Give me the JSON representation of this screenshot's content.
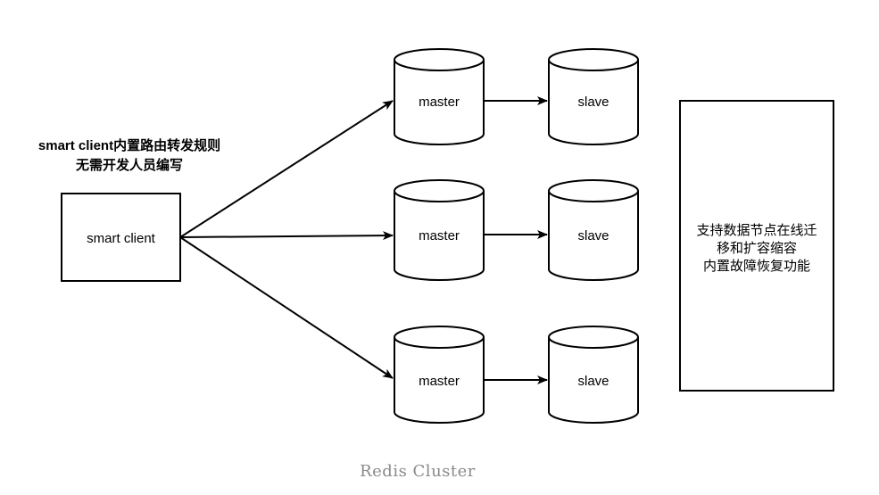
{
  "client": {
    "label": "smart client",
    "note_lines": [
      "smart client内置路由转发规则",
      "无需开发人员编写"
    ]
  },
  "shards": [
    {
      "master": "master",
      "slave": "slave"
    },
    {
      "master": "master",
      "slave": "slave"
    },
    {
      "master": "master",
      "slave": "slave"
    }
  ],
  "features": {
    "lines": [
      "支持数据节点在线迁",
      "移和扩容缩容",
      "内置故障恢复功能"
    ]
  },
  "caption": "Redis Cluster",
  "colors": {
    "stroke": "#000000",
    "fill": "#ffffff",
    "caption": "#8a8a8a"
  }
}
